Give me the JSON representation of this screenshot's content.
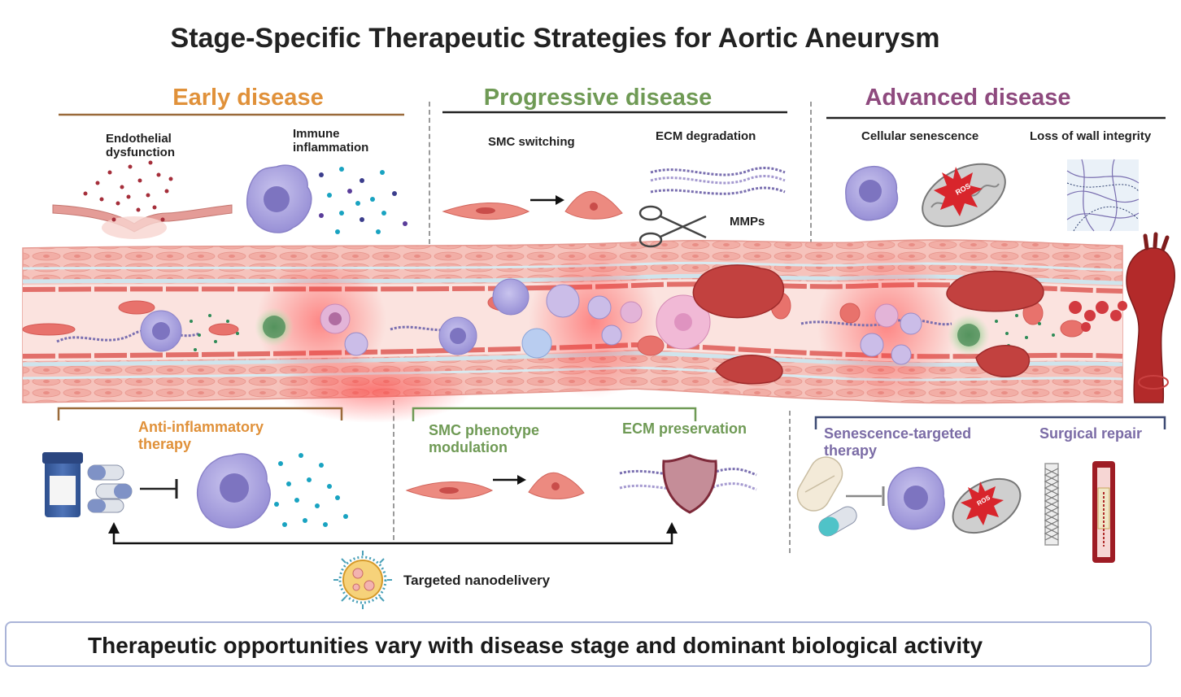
{
  "title": "Stage-Specific Therapeutic Strategies for Aortic Aneurysm",
  "colors": {
    "early": "#e0913a",
    "early_line": "#9a6a3a",
    "progressive": "#6f9a55",
    "advanced": "#8e4a7e",
    "advanced_ther": "#7b6ca6",
    "vessel": "#f4b4ac",
    "cell_purple": "#a9a2dc",
    "clot": "#c2413f"
  },
  "stages": {
    "early": {
      "label": "Early disease",
      "mechanisms": [
        "Endothelial dysfunction",
        "Immune inflammation"
      ],
      "therapy": "Anti-inflammatory therapy"
    },
    "progressive": {
      "label": "Progressive disease",
      "mechanisms": [
        "SMC switching",
        "ECM degradation"
      ],
      "mmps": "MMPs",
      "therapies": [
        "SMC phenotype modulation",
        "ECM preservation"
      ]
    },
    "advanced": {
      "label": "Advanced disease",
      "mechanisms": [
        "Cellular senescence",
        "Loss of wall integrity"
      ],
      "ros": "ROS",
      "therapies": [
        "Senescence-targeted therapy",
        "Surgical repair"
      ]
    }
  },
  "nanodelivery": "Targeted nanodelivery",
  "footer": "Therapeutic opportunities vary with disease stage and dominant biological activity",
  "icons": [
    "pill-bottle-icon",
    "capsule-icon",
    "macrophage-icon",
    "mitochondria-icon",
    "scissors-icon",
    "shield-icon",
    "stent-icon",
    "nanoparticle-icon",
    "aorta-icon"
  ]
}
